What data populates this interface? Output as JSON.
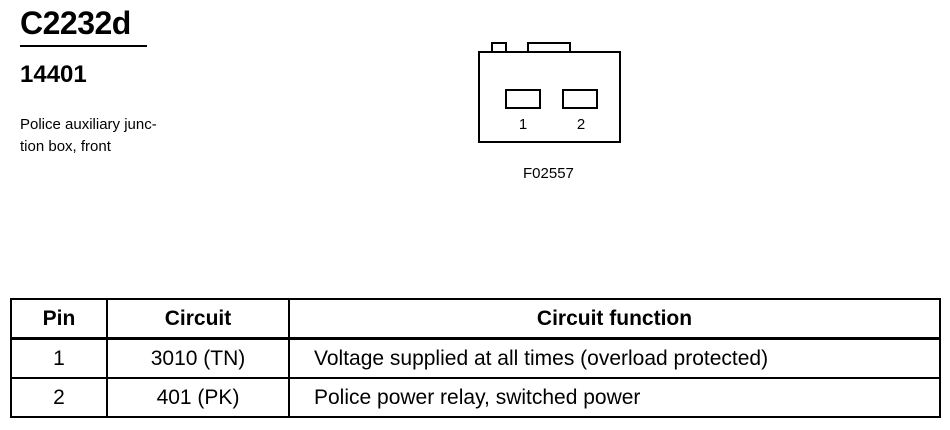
{
  "header": {
    "connector_id": "C2232d",
    "part_number": "14401",
    "description_lines": [
      "Police auxiliary junc-",
      "tion box, front"
    ]
  },
  "diagram": {
    "pin_labels": [
      "1",
      "2"
    ],
    "figure_code": "F02557"
  },
  "table": {
    "headers": [
      "Pin",
      "Circuit",
      "Circuit function"
    ],
    "rows": [
      {
        "pin": "1",
        "circuit": "3010 (TN)",
        "function": "Voltage supplied at all times (overload protected)"
      },
      {
        "pin": "2",
        "circuit": "401 (PK)",
        "function": "Police power relay, switched power"
      }
    ]
  }
}
